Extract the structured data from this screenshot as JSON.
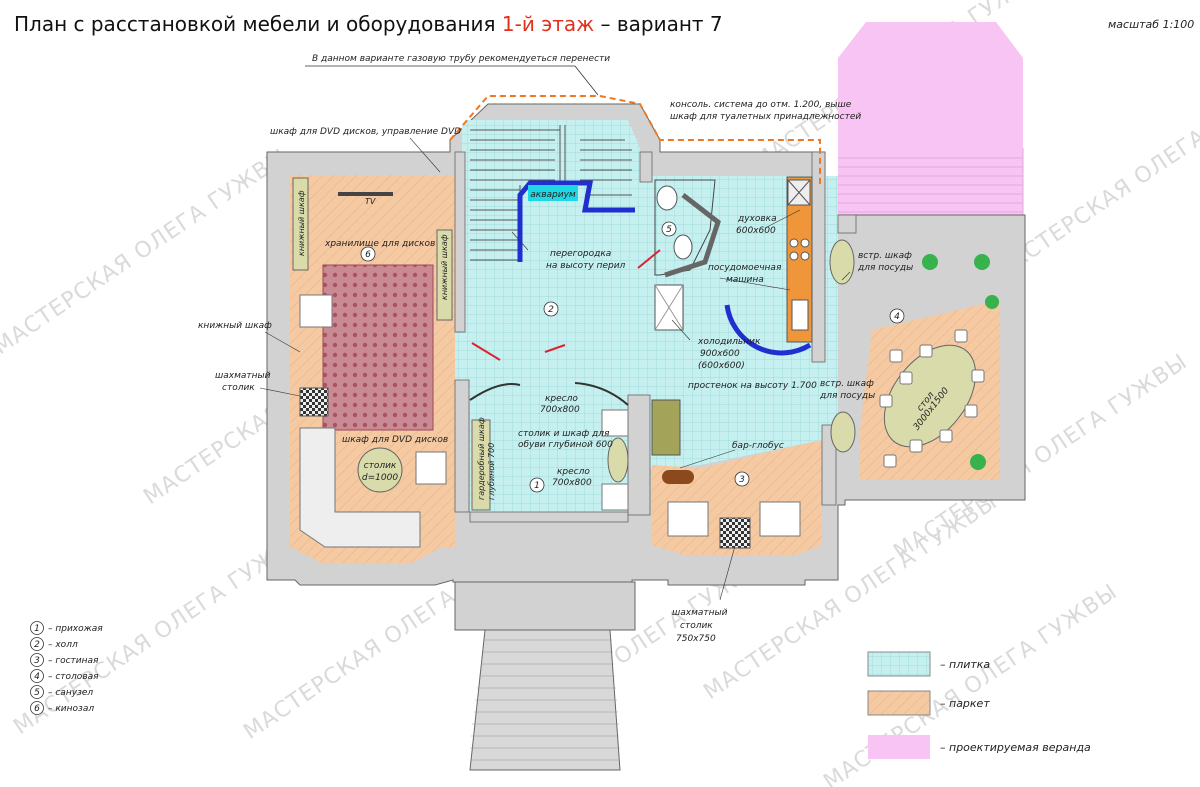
{
  "title": {
    "prefix": "План с расстановкой мебели и оборудования",
    "highlight": "1-й этаж",
    "suffix": "– вариант 7"
  },
  "scale": "масштаб 1:100",
  "watermark": "МАСТЕРСКАЯ ОЛЕГА ГУЖВЫ",
  "notes": {
    "gas_pipe": "В данном варианте газовую трубу рекомендуеться перенести",
    "console_1": "консоль. система до отм. 1.200, выше",
    "console_2": "шкаф для туалетных принадлежностей",
    "dvd_top": "шкаф для DVD дисков, управление DVD",
    "tv": "TV",
    "disk_storage": "хранилище для дисков",
    "bookcase_v": "книжный шкаф",
    "bookcase_h": "книжный шкаф",
    "chess_1": "шахматный",
    "chess_2": "столик",
    "dvd_bottom": "шкаф для DVD дисков",
    "table_1": "столик",
    "table_2": "d=1000",
    "wardrobe_1": "гардеробный шкаф",
    "wardrobe_2": "глубиной 700",
    "aquarium": "аквариум",
    "partition_1": "перегородка",
    "partition_2": "на высоту перил",
    "armchair_top_1": "кресло",
    "armchair_top_2": "700x800",
    "shoe_1": "столик и шкаф для",
    "shoe_2": "обуви глубиной 600",
    "armchair_bot_1": "кресло",
    "armchair_bot_2": "700x800",
    "oven_1": "духовка",
    "oven_2": "600x600",
    "dishwasher_1": "посудомоечная",
    "dishwasher_2": "машина",
    "fridge_1": "холодильник",
    "fridge_2": "900x600",
    "fridge_3": "(600x600)",
    "wall_1700": "простенок на высоту 1.700",
    "bar": "бар-глобус",
    "cabinet_top_1": "встр. шкаф",
    "cabinet_top_2": "для посуды",
    "cabinet_bot_1": "встр. шкаф",
    "cabinet_bot_2": "для посуды",
    "dining_1": "стол",
    "dining_2": "3000x1500",
    "chess3_1": "шахматный",
    "chess3_2": "столик",
    "chess3_3": "750x750"
  },
  "room_numbers": [
    "1",
    "2",
    "3",
    "4",
    "5",
    "6"
  ],
  "rooms_legend": [
    {
      "num": "1",
      "label": "– прихожая"
    },
    {
      "num": "2",
      "label": "– холл"
    },
    {
      "num": "3",
      "label": "– гостиная"
    },
    {
      "num": "4",
      "label": "– столовая"
    },
    {
      "num": "5",
      "label": "– санузел"
    },
    {
      "num": "6",
      "label": "– кинозал"
    }
  ],
  "materials_legend": [
    {
      "label": "– плитка",
      "color": "#c6f0ef"
    },
    {
      "label": "– паркет",
      "color": "#f5c9a2"
    },
    {
      "label": "– проектируемая веранда",
      "color": "#f8c4f3"
    }
  ],
  "colors": {
    "tile": "#c6f0ef",
    "parquet": "#f5c9a2",
    "veranda": "#f8c4f3",
    "wall": "#d2d2d2",
    "highlight": "#e0301e",
    "accent_blue": "#1f2fd0",
    "kitchen_orange": "#f0963a",
    "furniture_olive": "#d9dcaa"
  }
}
